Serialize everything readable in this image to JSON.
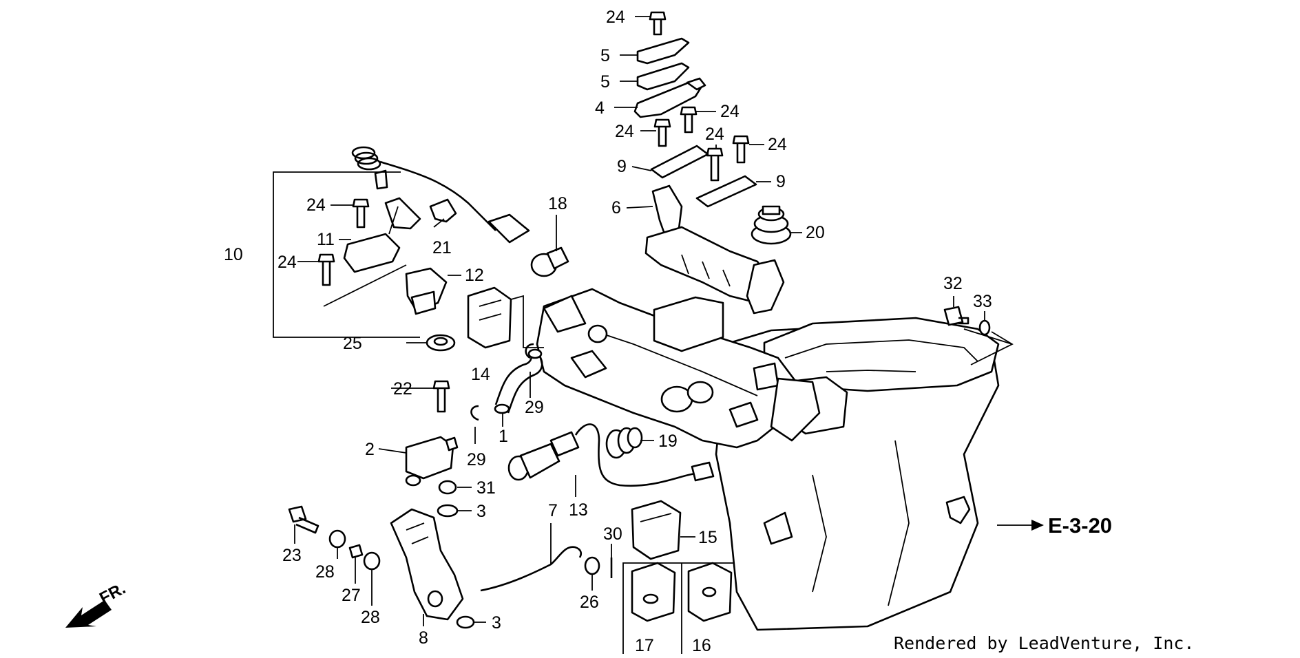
{
  "parts": [
    {
      "id": "p1",
      "number": "1"
    },
    {
      "id": "p2",
      "number": "2"
    },
    {
      "id": "p3a",
      "number": "3"
    },
    {
      "id": "p3b",
      "number": "3"
    },
    {
      "id": "p4",
      "number": "4"
    },
    {
      "id": "p5a",
      "number": "5"
    },
    {
      "id": "p5b",
      "number": "5"
    },
    {
      "id": "p6",
      "number": "6"
    },
    {
      "id": "p7",
      "number": "7"
    },
    {
      "id": "p8",
      "number": "8"
    },
    {
      "id": "p9a",
      "number": "9"
    },
    {
      "id": "p9b",
      "number": "9"
    },
    {
      "id": "p10",
      "number": "10"
    },
    {
      "id": "p11",
      "number": "11"
    },
    {
      "id": "p12",
      "number": "12"
    },
    {
      "id": "p13",
      "number": "13"
    },
    {
      "id": "p14",
      "number": "14"
    },
    {
      "id": "p15",
      "number": "15"
    },
    {
      "id": "p16",
      "number": "16"
    },
    {
      "id": "p17",
      "number": "17"
    },
    {
      "id": "p18",
      "number": "18"
    },
    {
      "id": "p19",
      "number": "19"
    },
    {
      "id": "p20",
      "number": "20"
    },
    {
      "id": "p21",
      "number": "21"
    },
    {
      "id": "p22",
      "number": "22"
    },
    {
      "id": "p23",
      "number": "23"
    },
    {
      "id": "p24a",
      "number": "24"
    },
    {
      "id": "p24b",
      "number": "24"
    },
    {
      "id": "p24c",
      "number": "24"
    },
    {
      "id": "p24d",
      "number": "24"
    },
    {
      "id": "p24e",
      "number": "24"
    },
    {
      "id": "p24f",
      "number": "24"
    },
    {
      "id": "p24g",
      "number": "24"
    },
    {
      "id": "p25",
      "number": "25"
    },
    {
      "id": "p26",
      "number": "26"
    },
    {
      "id": "p27",
      "number": "27"
    },
    {
      "id": "p28a",
      "number": "28"
    },
    {
      "id": "p28b",
      "number": "28"
    },
    {
      "id": "p29a",
      "number": "29"
    },
    {
      "id": "p29b",
      "number": "29"
    },
    {
      "id": "p30",
      "number": "30"
    },
    {
      "id": "p31",
      "number": "31"
    },
    {
      "id": "p32",
      "number": "32"
    },
    {
      "id": "p33",
      "number": "33"
    }
  ],
  "reference": {
    "label": "E-3-20"
  },
  "direction": {
    "label": "FR."
  },
  "credit": "Rendered by LeadVenture, Inc."
}
